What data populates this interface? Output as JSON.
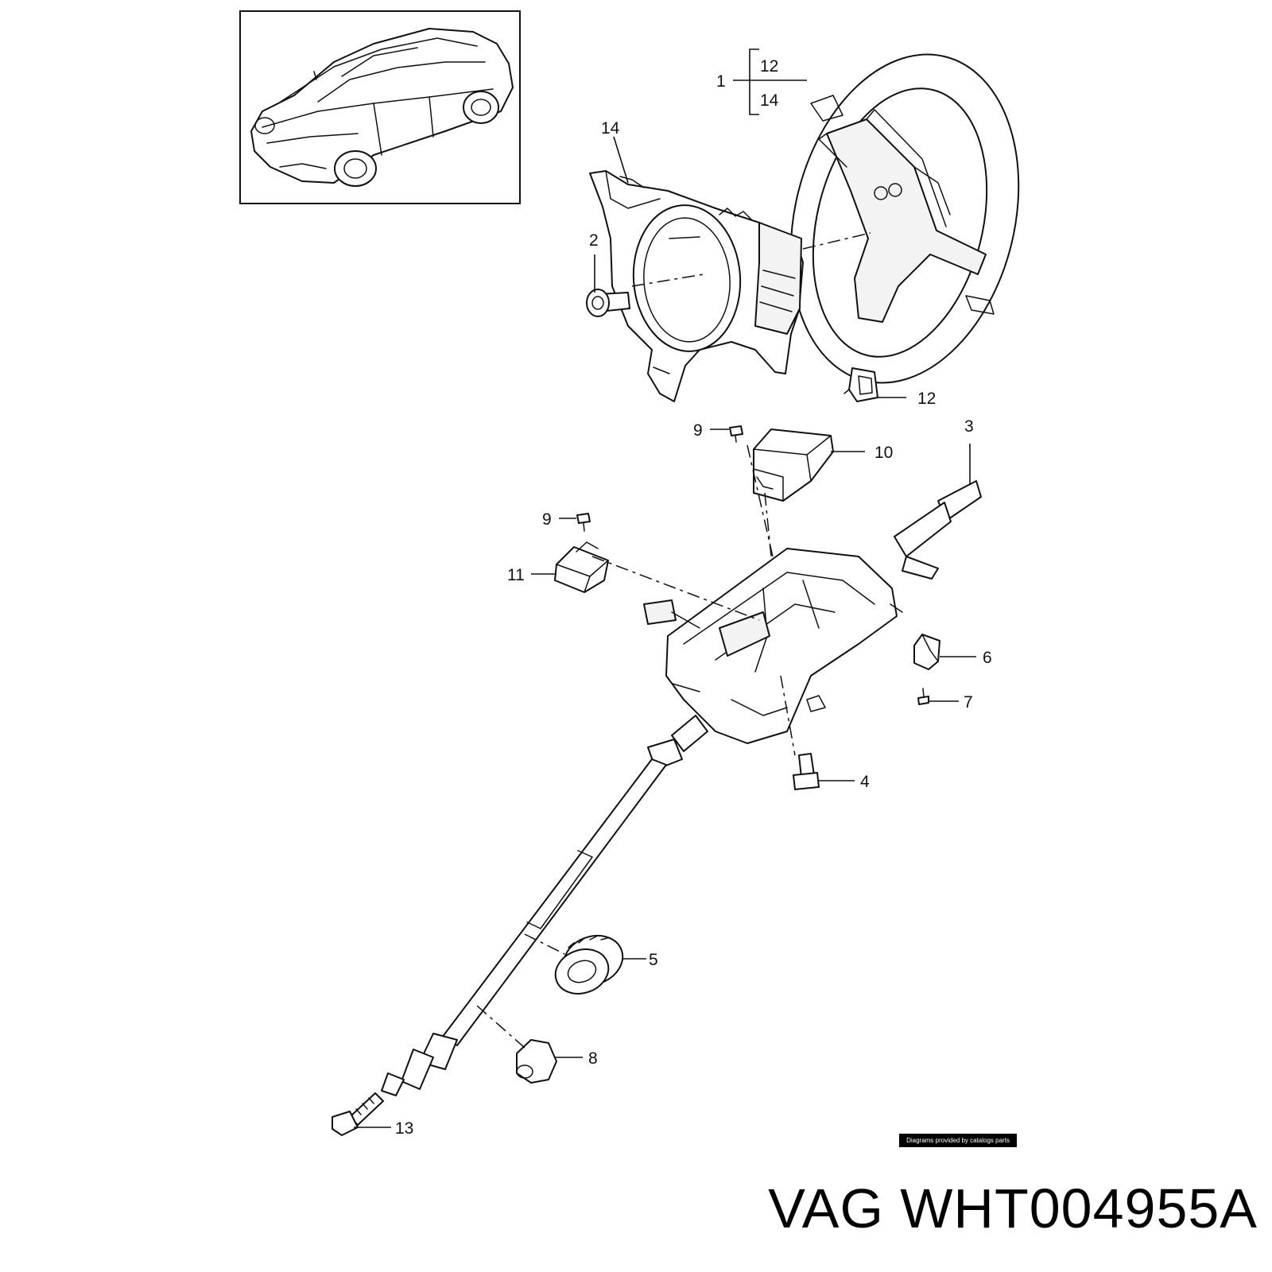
{
  "credit": "Diagrams provided by catalogs parts",
  "part_title": "VAG WHT004955A",
  "callouts": {
    "c1": "1",
    "c12a": "12",
    "c14a": "14",
    "c14b": "14",
    "c2": "2",
    "c12b": "12",
    "c3": "3",
    "c9a": "9",
    "c10": "10",
    "c9b": "9",
    "c11": "11",
    "c6": "6",
    "c7": "7",
    "c4": "4",
    "c5": "5",
    "c8": "8",
    "c13": "13"
  }
}
